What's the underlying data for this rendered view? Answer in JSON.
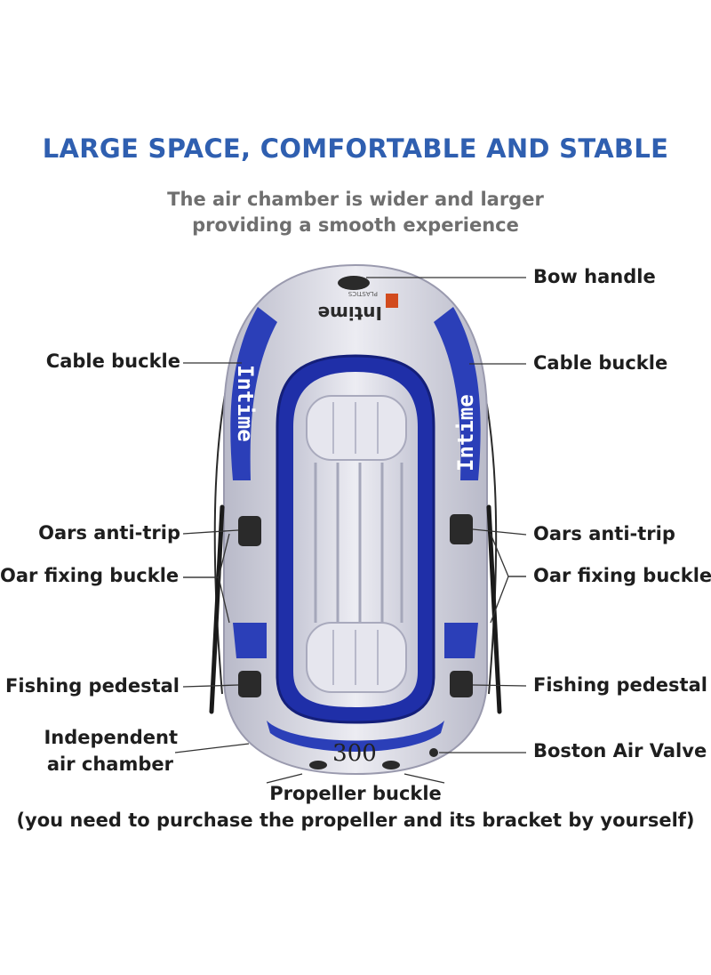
{
  "header": {
    "title": "LARGE SPACE, COMFORTABLE AND STABLE",
    "subtitle_line1": "The air chamber is wider and larger",
    "subtitle_line2": "providing a smooth experience"
  },
  "boat": {
    "brand_text": "Intime",
    "logo_text": "Intime",
    "logo_small": "PLASTICS",
    "model_number": "300",
    "colors": {
      "blue": "#2b3fb8",
      "hull": "#dcdce6",
      "dark": "#1a1a2e"
    }
  },
  "labels": {
    "bow_handle": "Bow handle",
    "cable_buckle_left": "Cable buckle",
    "cable_buckle_right": "Cable buckle",
    "oars_anti_trip_left": "Oars anti-trip",
    "oars_anti_trip_right": "Oars anti-trip",
    "oar_fixing_left": "Oar fixing buckle",
    "oar_fixing_right": "Oar fixing buckle",
    "fishing_pedestal_left": "Fishing pedestal",
    "fishing_pedestal_right": "Fishing pedestal",
    "independent_line1": "Independent",
    "independent_line2": "air chamber",
    "boston_valve": "Boston Air Valve",
    "propeller_buckle": "Propeller buckle",
    "footnote": "(you need to purchase the propeller and its bracket by yourself)"
  }
}
